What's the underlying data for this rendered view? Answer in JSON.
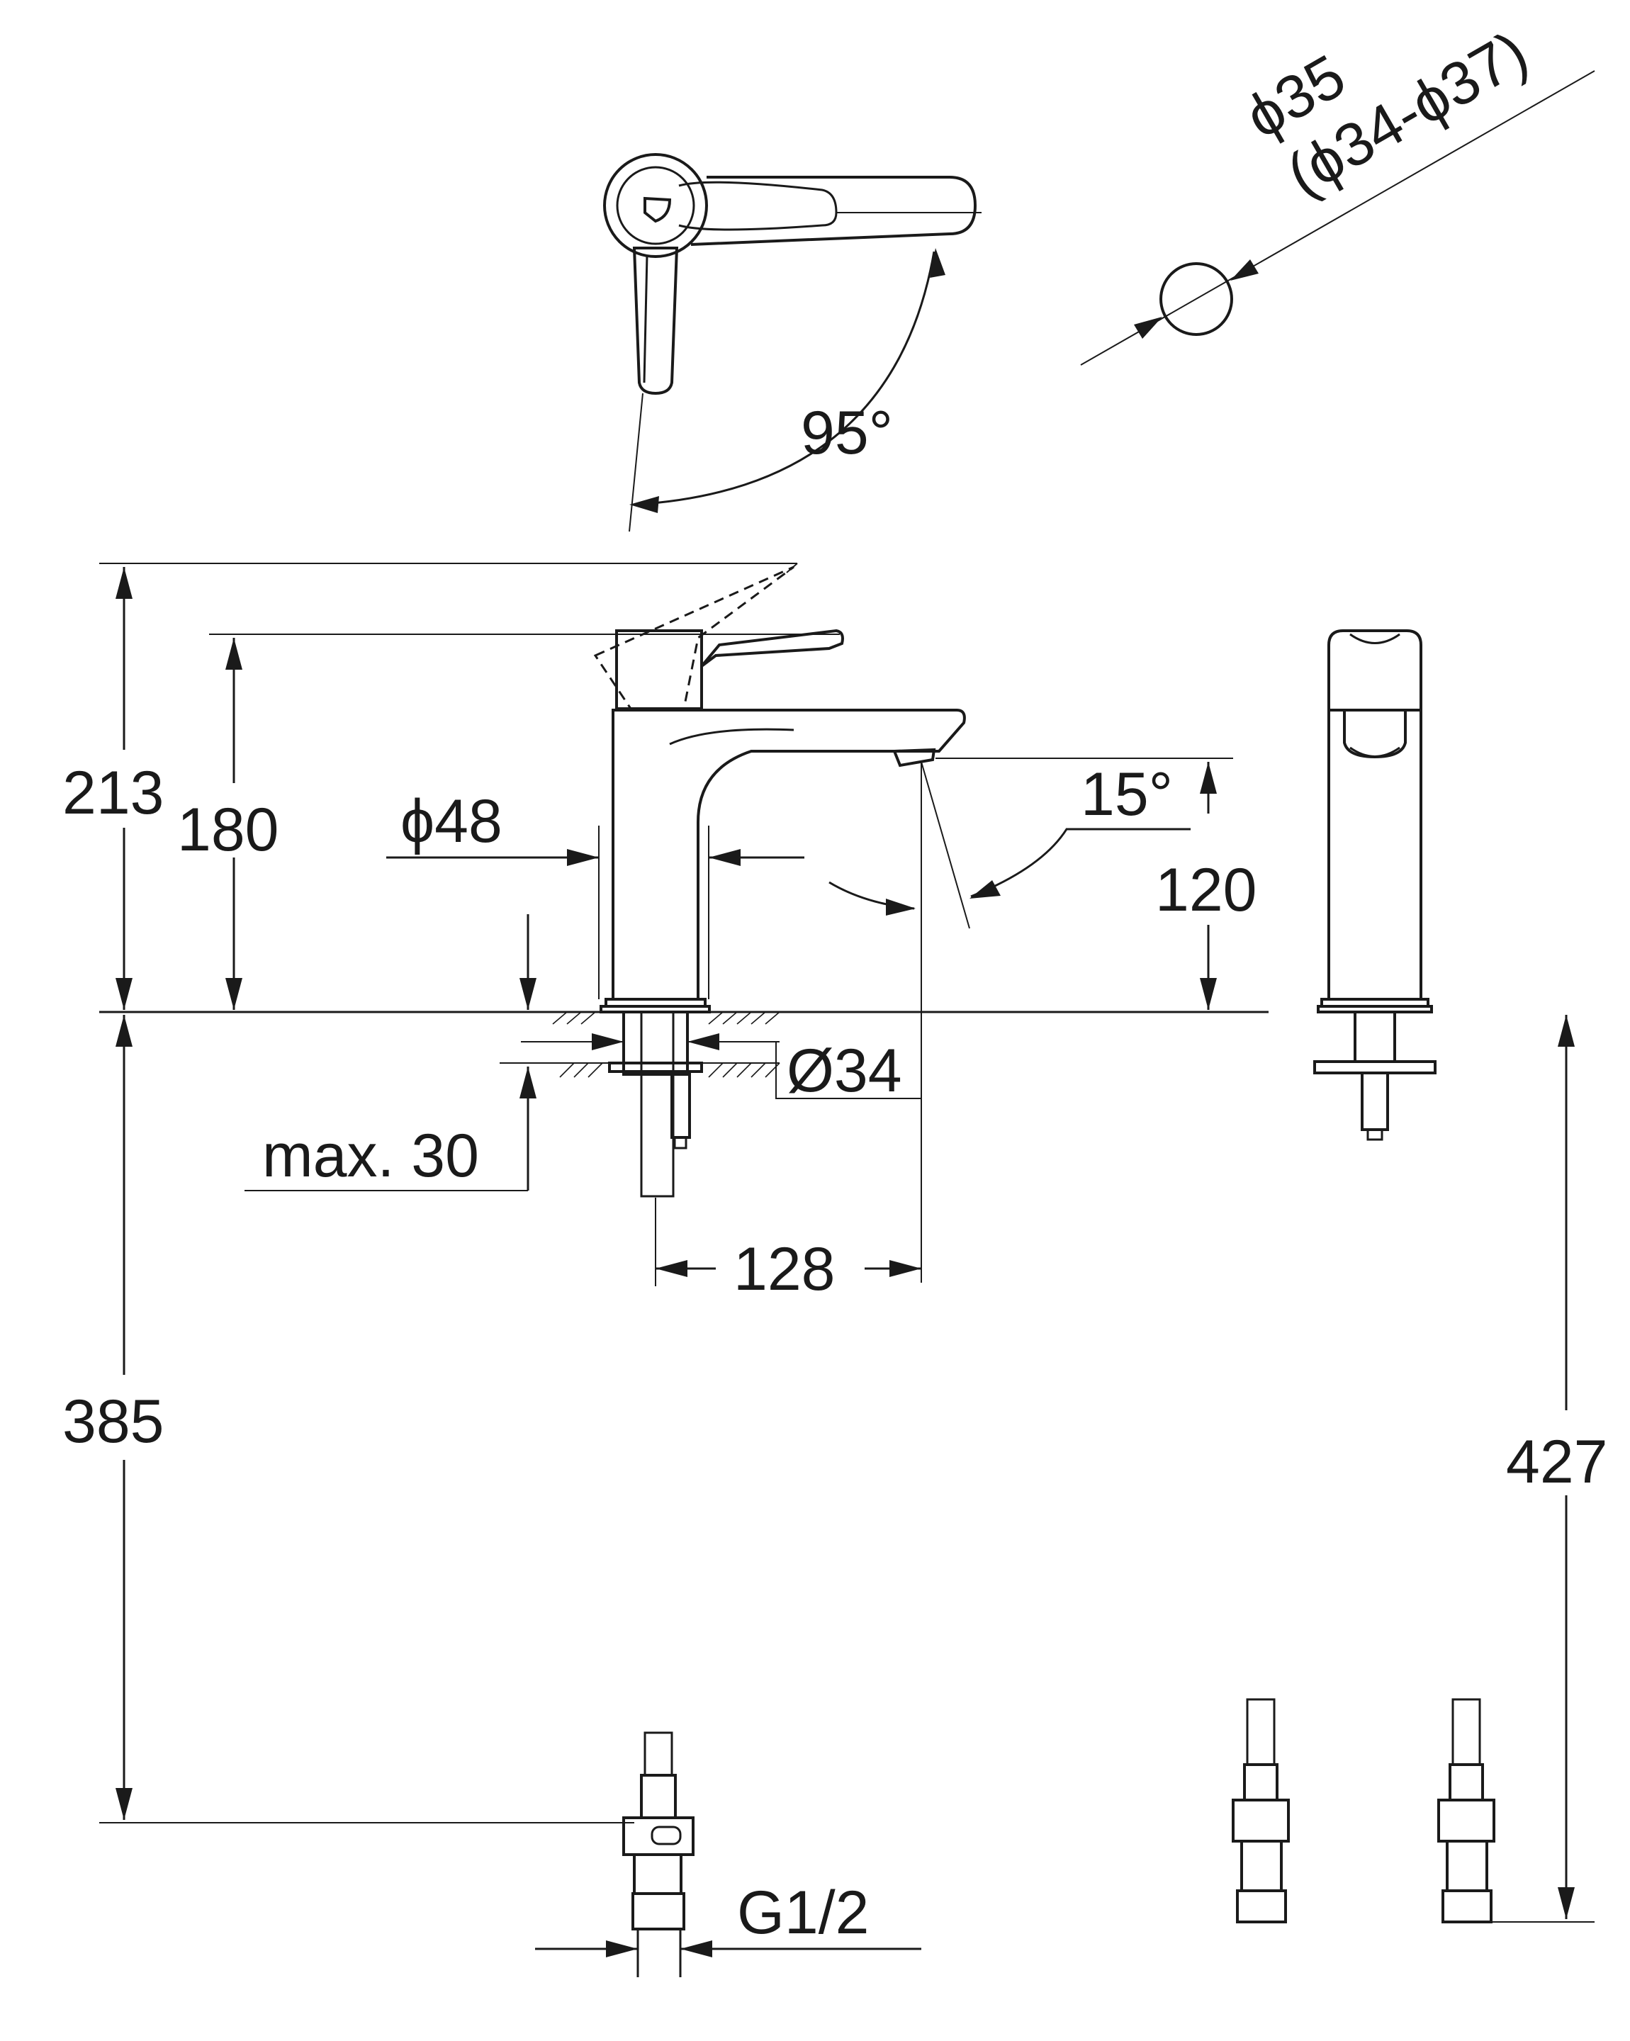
{
  "drawing": {
    "labels": {
      "handle_rotation": "95°",
      "hole_diameter": "ϕ35",
      "hole_range": "(ϕ34-ϕ37)",
      "total_height": "213",
      "body_height": "180",
      "base_diameter": "ϕ48",
      "spout_angle": "15°",
      "spout_height": "120",
      "shank_diameter": "Ø34",
      "max_deck_thickness": "max. 30",
      "spout_reach": "128",
      "hose_length_front": "385",
      "hose_length_side": "427",
      "connection_thread": "G1/2"
    }
  }
}
